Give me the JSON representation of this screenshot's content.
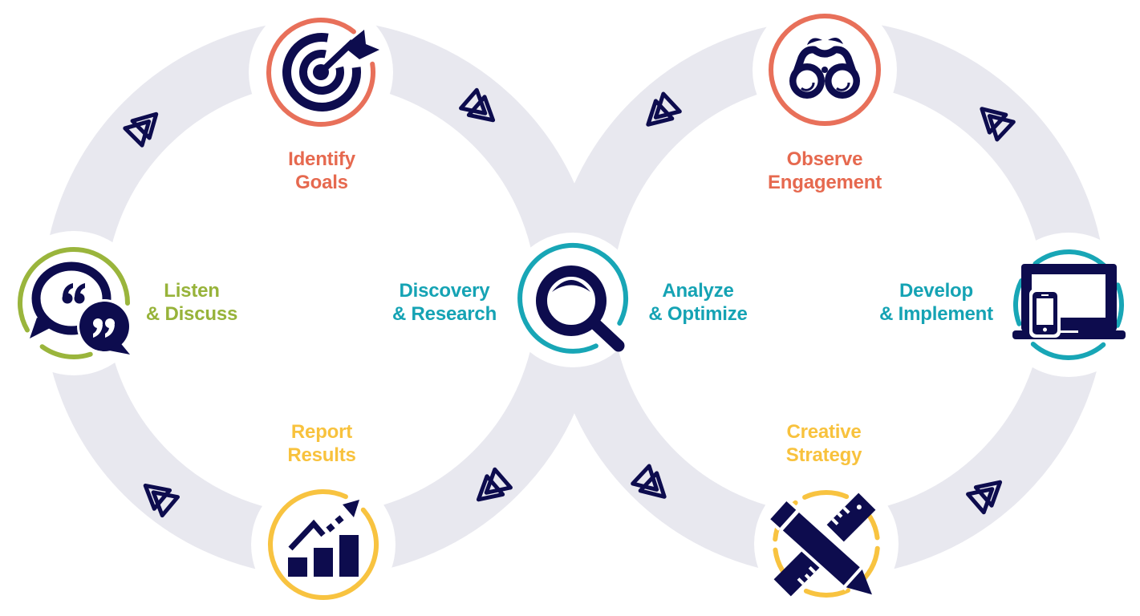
{
  "diagram": {
    "type": "infinity-loop process diagram",
    "nodes": [
      {
        "label_line1": "Identify",
        "label_line2": "Goals",
        "color": "#e8705a",
        "icon": "target-icon",
        "position": "left-loop-top"
      },
      {
        "label_line1": "Observe",
        "label_line2": "Engagement",
        "color": "#e8705a",
        "icon": "binoculars-icon",
        "position": "right-loop-top"
      },
      {
        "label_line1": "Listen",
        "label_line2": "& Discuss",
        "color": "#9ab53c",
        "icon": "speech-bubbles-icon",
        "position": "left-loop-left"
      },
      {
        "label_line1": "Discovery",
        "label_line2": "& Research",
        "color": "#18a6b6",
        "icon": "magnifier-icon",
        "position": "center-left"
      },
      {
        "label_line1": "Analyze",
        "label_line2": "& Optimize",
        "color": "#18a6b6",
        "icon": "magnifier-icon",
        "position": "center-right"
      },
      {
        "label_line1": "Develop",
        "label_line2": "& Implement",
        "color": "#18a6b6",
        "icon": "laptop-phone-icon",
        "position": "right-loop-right"
      },
      {
        "label_line1": "Report",
        "label_line2": "Results",
        "color": "#f8c340",
        "icon": "growth-chart-icon",
        "position": "left-loop-bottom"
      },
      {
        "label_line1": "Creative",
        "label_line2": "Strategy",
        "color": "#f8c340",
        "icon": "pencil-ruler-icon",
        "position": "right-loop-bottom"
      }
    ],
    "loops": [
      {
        "name": "left-loop",
        "direction": "clockwise"
      },
      {
        "name": "right-loop",
        "direction": "counter-clockwise"
      }
    ],
    "arrows": [
      {
        "loop": "left",
        "location": "top-left",
        "points": "up-right"
      },
      {
        "loop": "left",
        "location": "top-right",
        "points": "down-right"
      },
      {
        "loop": "left",
        "location": "bottom-right",
        "points": "down-left"
      },
      {
        "loop": "left",
        "location": "bottom-left",
        "points": "up-left"
      },
      {
        "loop": "right",
        "location": "top-left",
        "points": "down-left"
      },
      {
        "loop": "right",
        "location": "top-right",
        "points": "up-left"
      },
      {
        "loop": "right",
        "location": "bottom-right",
        "points": "up-right"
      },
      {
        "loop": "right",
        "location": "bottom-left",
        "points": "down-right"
      }
    ]
  },
  "colors": {
    "navy": "#0d0c4e",
    "band": "#e8e8ef",
    "coral": "#e8705a",
    "green": "#9ab53c",
    "teal": "#18a6b6",
    "yellow": "#f8c340"
  }
}
